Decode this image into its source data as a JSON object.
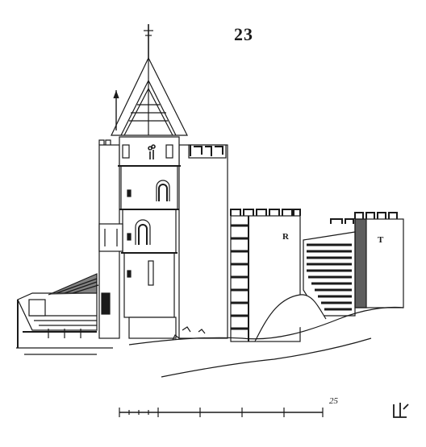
{
  "figure_number": "23",
  "labels": {
    "r": "R",
    "t": "T"
  },
  "scale": {
    "label": "25"
  },
  "colors": {
    "ink": "#1a1a1a",
    "paper": "#ffffff"
  }
}
